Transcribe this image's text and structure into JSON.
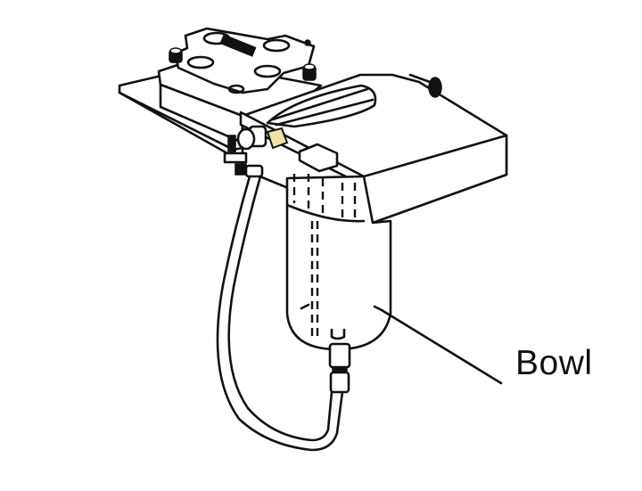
{
  "diagram": {
    "subject": "filter assembly with bowl, mounting bracket, filter head and drain hose",
    "labels": [
      {
        "id": "bowl",
        "text": "Bowl",
        "leader_from": [
          428,
          348
        ],
        "leader_to": [
          562,
          430
        ]
      }
    ],
    "colors": {
      "line": "#111111",
      "background": "#ffffff",
      "brass_fitting": "#efe2a8"
    }
  }
}
